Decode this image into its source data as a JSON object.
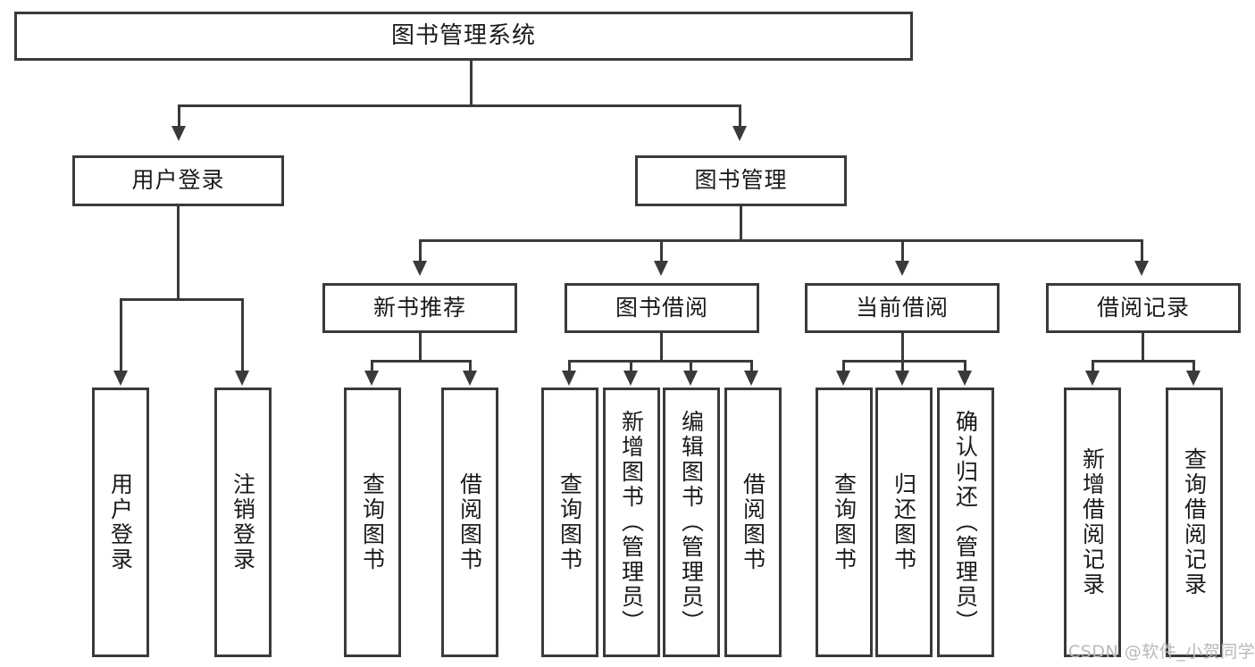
{
  "diagram": {
    "type": "tree-hierarchy",
    "title": "图书管理系统",
    "watermark": "CSDN @软件_小贺同学",
    "colors": {
      "stroke": "#3a3a3a",
      "fill": "#ffffff",
      "text": "#1a1a1a",
      "watermark": "#b9b9b9"
    },
    "nodes": {
      "root": {
        "label": "图书管理系统"
      },
      "level2": [
        {
          "label": "用户登录"
        },
        {
          "label": "图书管理"
        }
      ],
      "level3": [
        {
          "label": "新书推荐"
        },
        {
          "label": "图书借阅"
        },
        {
          "label": "当前借阅"
        },
        {
          "label": "借阅记录"
        }
      ],
      "leaves": {
        "user_login": [
          {
            "label": "用户登录"
          },
          {
            "label": "注销登录"
          }
        ],
        "new_book_recommend": [
          {
            "label": "查询图书"
          },
          {
            "label": "借阅图书"
          }
        ],
        "book_borrow": [
          {
            "label": "查询图书"
          },
          {
            "label": "新增图书（管理员）"
          },
          {
            "label": "编辑图书（管理员）"
          },
          {
            "label": "借阅图书"
          }
        ],
        "current_borrow": [
          {
            "label": "查询图书"
          },
          {
            "label": "归还图书"
          },
          {
            "label": "确认归还（管理员）"
          }
        ],
        "borrow_record": [
          {
            "label": "新增借阅记录"
          },
          {
            "label": "查询借阅记录"
          }
        ]
      }
    }
  }
}
